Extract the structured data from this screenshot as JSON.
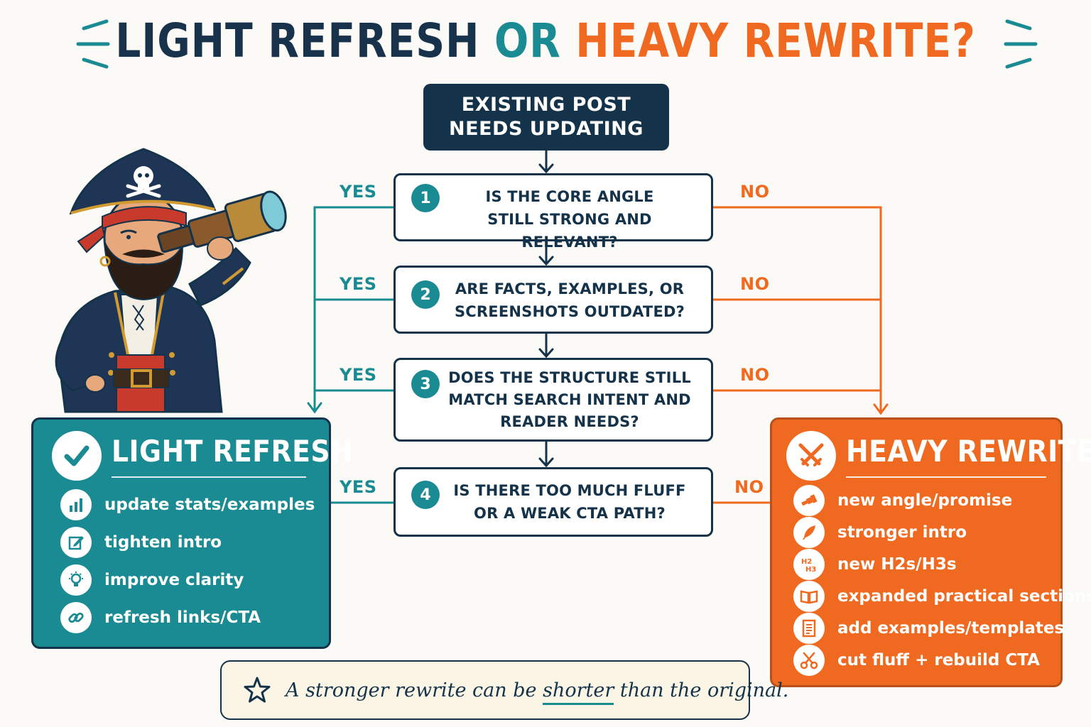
{
  "title": {
    "part1": "LIGHT REFRESH",
    "part2": "OR",
    "part3": "HEAVY REWRITE?"
  },
  "start": {
    "line1": "EXISTING POST",
    "line2": "NEEDS UPDATING"
  },
  "questions": [
    {
      "num": "1",
      "line1": "IS THE CORE ANGLE",
      "line2": "STILL STRONG AND RELEVANT?",
      "line3": "",
      "yes": "YES",
      "no": "NO"
    },
    {
      "num": "2",
      "line1": "ARE FACTS, EXAMPLES, OR",
      "line2": "SCREENSHOTS OUTDATED?",
      "line3": "",
      "yes": "YES",
      "no": "NO"
    },
    {
      "num": "3",
      "line1": "DOES THE STRUCTURE STILL",
      "line2": "MATCH SEARCH INTENT AND",
      "line3": "READER NEEDS?",
      "yes": "YES",
      "no": "NO"
    },
    {
      "num": "4",
      "line1": "IS THERE TOO MUCH FLUFF",
      "line2": "OR A WEAK CTA PATH?",
      "line3": "",
      "yes": "YES",
      "no": "NO"
    }
  ],
  "light": {
    "title": "LIGHT REFRESH",
    "head_icon": "check-icon",
    "items": [
      {
        "icon": "bar-chart-icon",
        "label": "update stats/examples"
      },
      {
        "icon": "edit-icon",
        "label": "tighten intro"
      },
      {
        "icon": "lightbulb-icon",
        "label": "improve clarity"
      },
      {
        "icon": "link-icon",
        "label": "refresh links/CTA"
      }
    ]
  },
  "heavy": {
    "title": "HEAVY REWRITE",
    "head_icon": "crossed-swords-icon",
    "items": [
      {
        "icon": "spyglass-icon",
        "label": "new angle/promise"
      },
      {
        "icon": "quill-icon",
        "label": "stronger intro"
      },
      {
        "icon": "headings-icon",
        "label": "new H2s/H3s"
      },
      {
        "icon": "book-icon",
        "label": "expanded practical sections"
      },
      {
        "icon": "document-icon",
        "label": "add examples/templates"
      },
      {
        "icon": "scissors-icon",
        "label": "cut fluff + rebuild CTA"
      }
    ]
  },
  "footer": {
    "before": "A stronger rewrite can be",
    "emphasis": "shorter",
    "after": "than the original.",
    "icon": "star-icon"
  },
  "colors": {
    "navy": "#14334a",
    "teal": "#1a8a93",
    "orange": "#ef6a20",
    "background": "#fbfaf6"
  }
}
